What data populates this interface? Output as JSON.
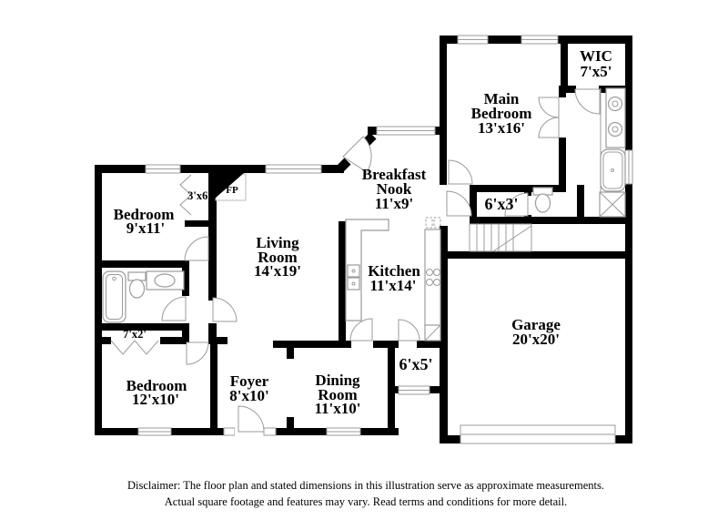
{
  "colors": {
    "wall": "#000000",
    "line": "#9b9b9b",
    "text": "#000000",
    "background": "#ffffff"
  },
  "rooms": {
    "wic": {
      "name": "WIC",
      "dims": "7'x5'"
    },
    "main_bedroom": {
      "name1": "Main",
      "name2": "Bedroom",
      "dims": "13'x16'"
    },
    "breakfast_nook": {
      "name1": "Breakfast",
      "name2": "Nook",
      "dims": "11'x9'"
    },
    "living_room": {
      "name1": "Living",
      "name2": "Room",
      "dims": "14'x19'"
    },
    "dining_room": {
      "name1": "Dining",
      "name2": "Room",
      "dims": "11'x10'"
    },
    "kitchen": {
      "name": "Kitchen",
      "dims": "11'x14'"
    },
    "garage": {
      "name": "Garage",
      "dims": "20'x20'"
    },
    "bedroom_9x11": {
      "name": "Bedroom",
      "dims": "9'x11'"
    },
    "bedroom_12x10": {
      "name": "Bedroom",
      "dims": "12'x10'"
    },
    "foyer": {
      "name": "Foyer",
      "dims": "8'x10'"
    },
    "hall": {
      "dims": "6'x3'"
    },
    "laundry": {
      "dims": "6'x5'"
    },
    "closet_bedroom9": {
      "dims": "3'x6'"
    },
    "closet_bedroom12": {
      "dims": "7'x2'"
    },
    "fireplace": {
      "label": "FP"
    }
  },
  "disclaimer": {
    "line1": "Disclaimer: The floor plan and stated dimensions in this illustration serve as approximate measurements.",
    "line2": "Actual square footage and features may vary. Read terms and conditions for more detail."
  }
}
